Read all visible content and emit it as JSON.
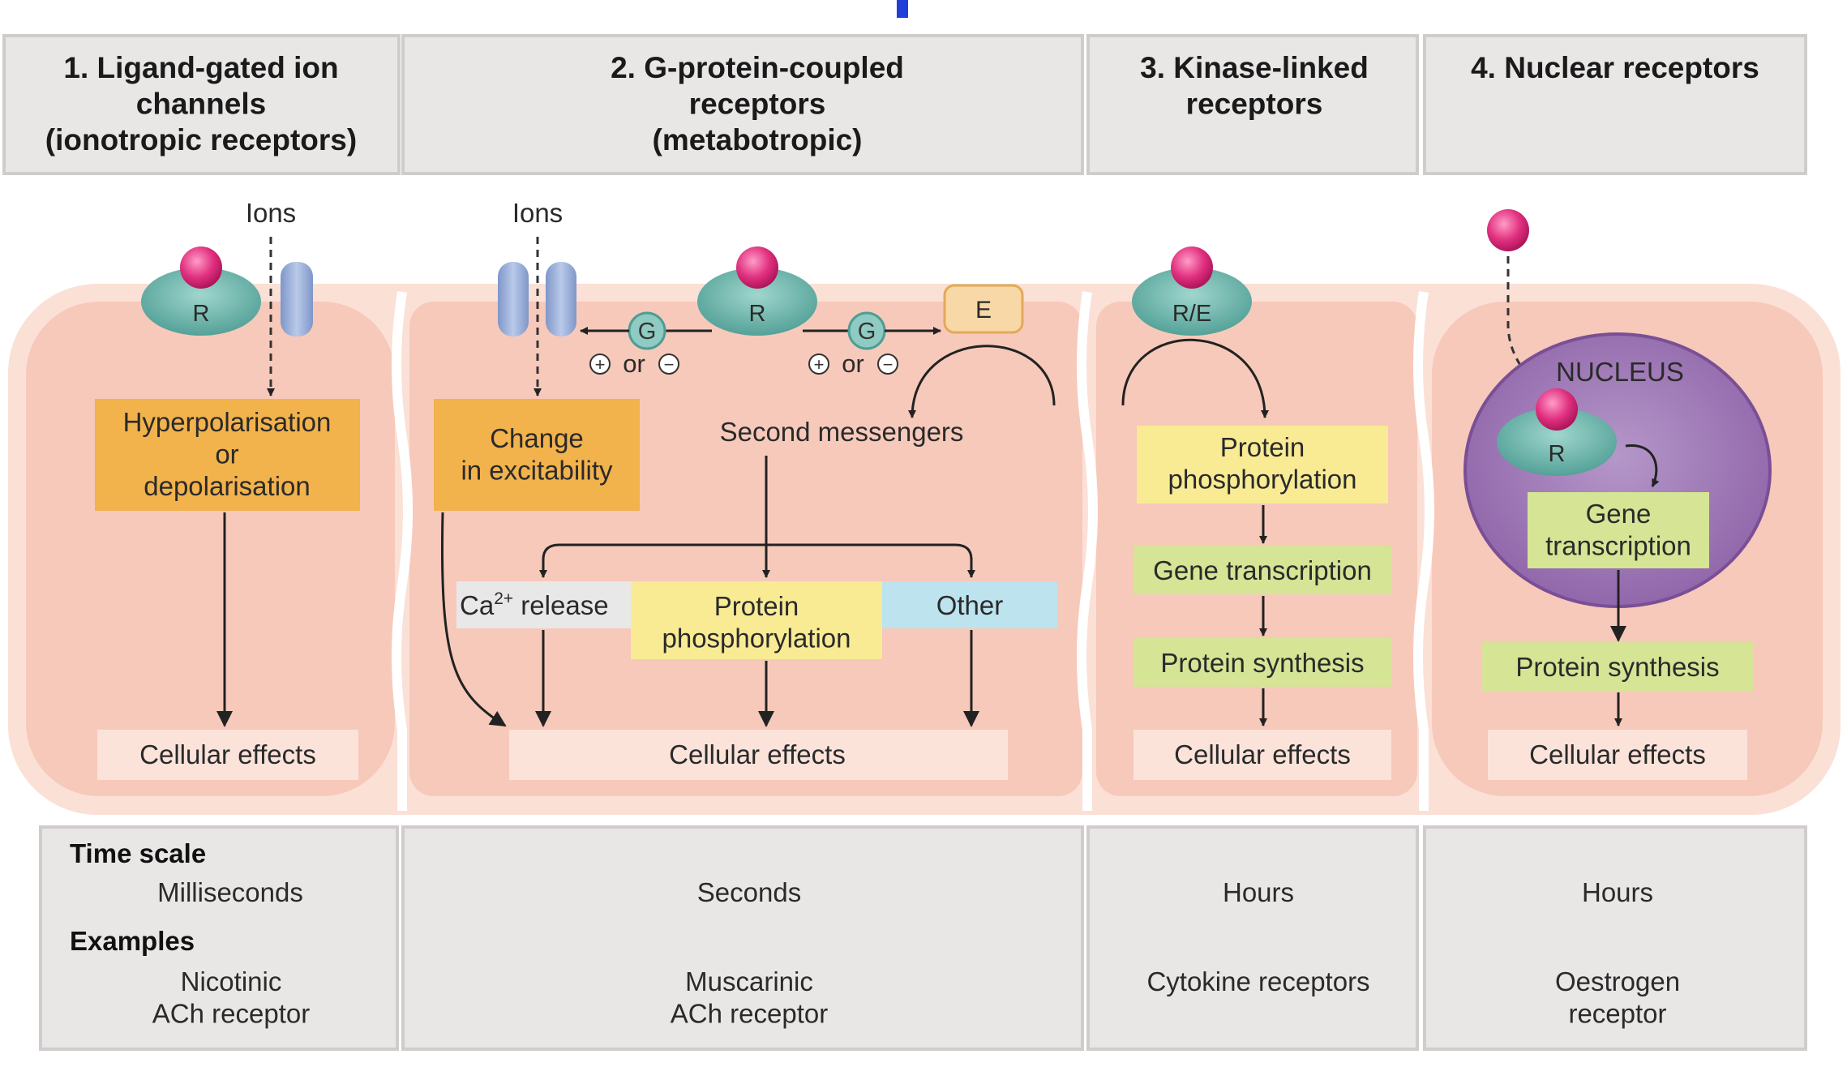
{
  "headers": [
    "1. Ligand-gated ion\nchannels\n(ionotropic receptors)",
    "2. G-protein-coupled\nreceptors\n(metabotropic)",
    "3. Kinase-linked\nreceptors",
    "4. Nuclear receptors"
  ],
  "col1": {
    "ions": "Ions",
    "receptor": "R",
    "effect_box": "Hyperpolarisation\nor\ndepolarisation",
    "cellular": "Cellular effects"
  },
  "col2": {
    "ions": "Ions",
    "receptor": "R",
    "g_protein": "G",
    "modulator": "or",
    "effector": "E",
    "excitability": "Change\nin excitability",
    "second_messengers": "Second messengers",
    "ca_release_prefix": "Ca",
    "ca_release_sup": "2+",
    "ca_release_suffix": " release",
    "protein_phos": "Protein\nphosphorylation",
    "other": "Other",
    "cellular": "Cellular effects"
  },
  "col3": {
    "receptor": "R/E",
    "protein_phos": "Protein\nphosphorylation",
    "gene_transcription": "Gene transcription",
    "protein_synthesis": "Protein synthesis",
    "cellular": "Cellular effects"
  },
  "col4": {
    "nucleus": "NUCLEUS",
    "receptor": "R",
    "gene_transcription": "Gene\ntranscription",
    "protein_synthesis": "Protein synthesis",
    "cellular": "Cellular effects"
  },
  "footer": {
    "time_scale_label": "Time scale",
    "examples_label": "Examples",
    "time_scales": [
      "Milliseconds",
      "Seconds",
      "Hours",
      "Hours"
    ],
    "examples": [
      "Nicotinic\nACh receptor",
      "Muscarinic\nACh receptor",
      "Cytokine receptors",
      "Oestrogen\nreceptor"
    ]
  },
  "colors": {
    "header_bg": "#e9e7e6",
    "cell_bg": "#f7c9ba",
    "cell_border": "#fbe0d6",
    "orange_box": "#f2b24c",
    "yellow_box": "#f9eb94",
    "green_box": "#d5e495",
    "blue_box": "#bde3ee",
    "grey_box": "#e8e8e8",
    "receptor": "#5fb1a7",
    "ligand": "#e0307f",
    "channel": "#98aed6",
    "nucleus": "#9b73b2",
    "effector": "#f8d8a6"
  }
}
